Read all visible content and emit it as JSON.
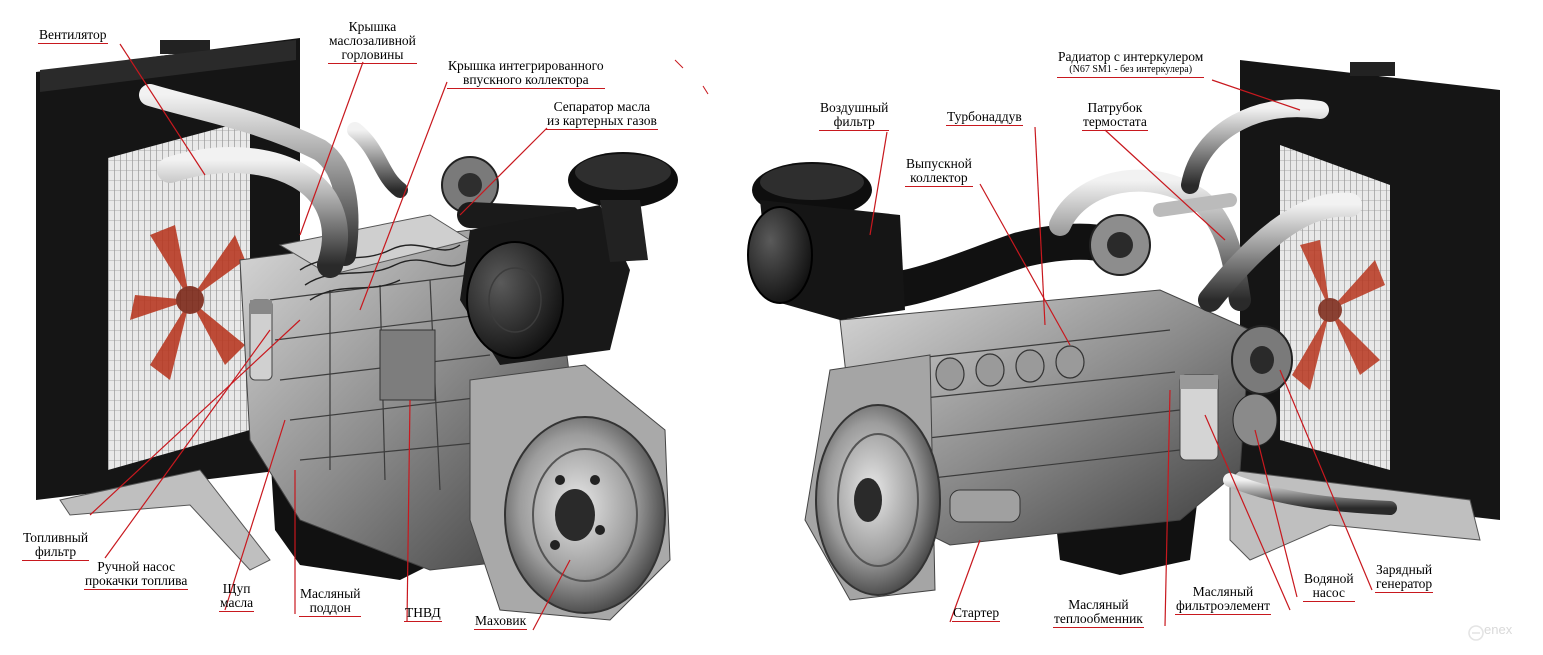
{
  "labels": {
    "fan": "Вентилятор",
    "oil_cap_1": "Крышка",
    "oil_cap_2": "маслозаливной",
    "oil_cap_3": "горловины",
    "intake_cover_1": "Крышка интегрированного",
    "intake_cover_2": "впускного коллектора",
    "separator_1": "Сепаратор масла",
    "separator_2": "из картерных газов",
    "fuel_filter_1": "Топливный",
    "fuel_filter_2": "фильтр",
    "hand_pump_1": "Ручной насос",
    "hand_pump_2": "прокачки топлива",
    "dipstick_1": "Щуп",
    "dipstick_2": "масла",
    "oil_pan_1": "Масляный",
    "oil_pan_2": "поддон",
    "injection_pump": "ТНВД",
    "flywheel": "Маховик",
    "air_filter_1": "Воздушный",
    "air_filter_2": "фильтр",
    "turbo": "Турбонаддув",
    "exhaust_1": "Выпускной",
    "exhaust_2": "коллектор",
    "radiator": "Радиатор с интеркулером",
    "radiator_note": "(N67 SM1 - без интеркулера)",
    "thermostat_1": "Патрубок",
    "thermostat_2": "термостата",
    "starter": "Стартер",
    "oil_cooler_1": "Масляный",
    "oil_cooler_2": "теплообменник",
    "oil_filter_1": "Масляный",
    "oil_filter_2": "фильтроэлемент",
    "water_pump_1": "Водяной",
    "water_pump_2": "насос",
    "alternator_1": "Зарядный",
    "alternator_2": "генератор"
  },
  "watermark": "enex",
  "colors": {
    "leader": "#c8181e",
    "fan_blade": "#b8361f",
    "metal_dark": "#1c1c1c",
    "metal_mid": "#6e6e6e",
    "metal_light": "#c4c4c4"
  }
}
